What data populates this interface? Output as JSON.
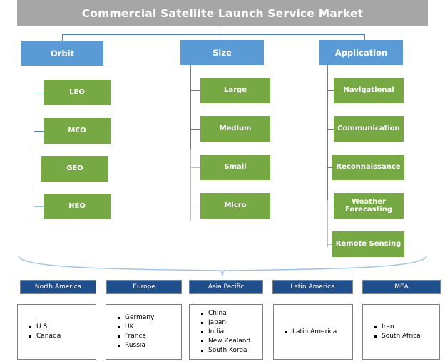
{
  "title": "Commercial Satellite Launch Service Market",
  "colors": {
    "title_bar": "#a6a6a6",
    "category": "#5b9bd5",
    "leaf": "#76a944",
    "region_header": "#1f4e8c",
    "connector": "#4f81bd",
    "region_border": "#808080"
  },
  "segments": [
    {
      "label": "Orbit",
      "items": [
        "LEO",
        "MEO",
        "GEO",
        "HEO"
      ]
    },
    {
      "label": "Size",
      "items": [
        "Large",
        "Medium",
        "Small",
        "Micro"
      ]
    },
    {
      "label": "Application",
      "items": [
        "Navigational",
        "Communication",
        "Reconnaissance",
        "Weather Forecasting",
        "Remote Sensing"
      ]
    }
  ],
  "regions": [
    {
      "label": "North America",
      "countries": [
        "U.S",
        "Canada"
      ]
    },
    {
      "label": "Europe",
      "countries": [
        "Germany",
        "UK",
        "France",
        "Russia"
      ]
    },
    {
      "label": "Asia Pacific",
      "countries": [
        "China",
        "Japan",
        "India",
        "New Zealand",
        "South Korea"
      ]
    },
    {
      "label": "Latin America",
      "countries": [
        "Latin America"
      ]
    },
    {
      "label": "MEA",
      "countries": [
        "Iran",
        "South Africa"
      ]
    }
  ]
}
